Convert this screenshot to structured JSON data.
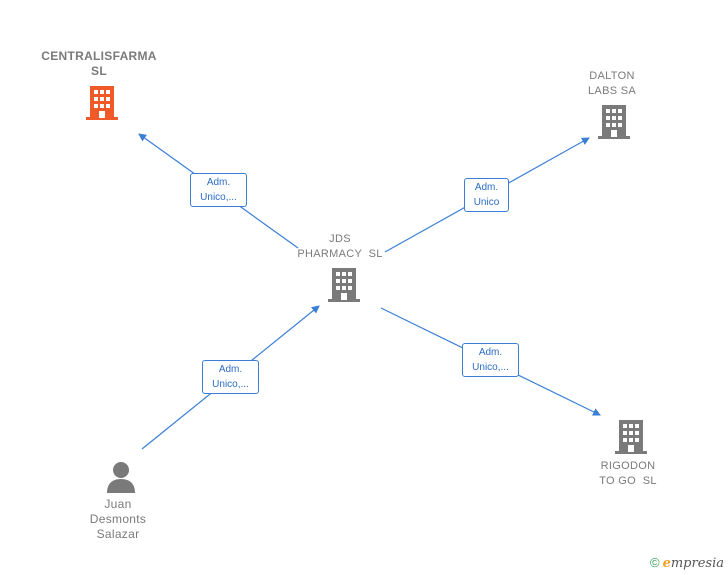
{
  "nodes": {
    "centralisfarma": {
      "line1": "CENTRALISFARMA",
      "line2": "SL",
      "color": "#f05a28"
    },
    "dalton": {
      "line1": "DALTON",
      "line2": "LABS SA",
      "color": "#7a7a7a"
    },
    "jds": {
      "line1": "JDS",
      "line2": "PHARMACY  SL",
      "color": "#7a7a7a"
    },
    "rigodon": {
      "line1": "RIGODON",
      "line2": "TO GO  SL",
      "color": "#7a7a7a"
    },
    "juan": {
      "line1": "Juan",
      "line2": "Desmonts",
      "line3": "Salazar",
      "color": "#7a7a7a"
    }
  },
  "edges": {
    "to_centralisfarma": {
      "line1": "Adm.",
      "line2": "Unico,..."
    },
    "to_dalton": {
      "line1": "Adm.",
      "line2": "Unico"
    },
    "to_rigodon": {
      "line1": "Adm.",
      "line2": "Unico,..."
    },
    "juan_to_jds": {
      "line1": "Adm.",
      "line2": "Unico,..."
    }
  },
  "colors": {
    "edge": "#3a7fd5",
    "company": "#7a7a7a",
    "highlight": "#f05a28"
  },
  "footer": {
    "copyright_symbol": "©",
    "brand_first": "e",
    "brand_rest": "mpresia"
  }
}
